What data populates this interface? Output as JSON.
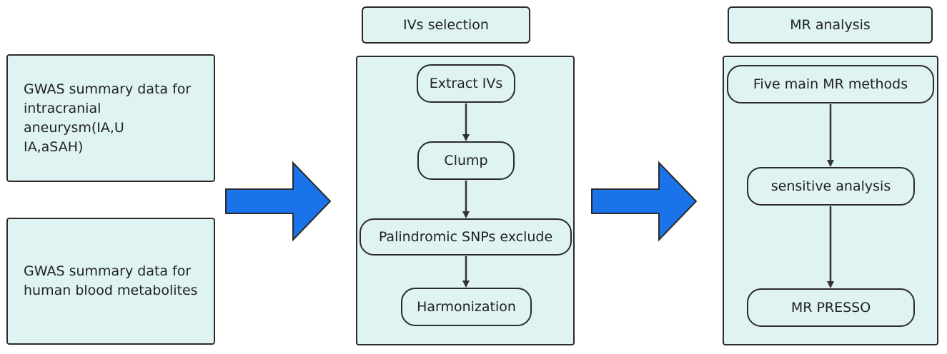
{
  "inputs": {
    "ia_data": "GWAS summary data for\nintracranial aneurysm(IA,U\nIA,aSAH)",
    "metabolites_data": "GWAS summary data for\nhuman blood metabolites"
  },
  "ivs_selection": {
    "title": "IVs selection",
    "steps": [
      "Extract IVs",
      "Clump",
      "Palindromic SNPs exclude",
      "Harmonization"
    ]
  },
  "mr_analysis": {
    "title": "MR analysis",
    "steps": [
      "Five main MR methods",
      "sensitive analysis",
      "MR PRESSO"
    ]
  },
  "colors": {
    "box_fill": "#dff3f3",
    "border": "#2b2b2b",
    "big_arrow": "#1a73e8"
  }
}
